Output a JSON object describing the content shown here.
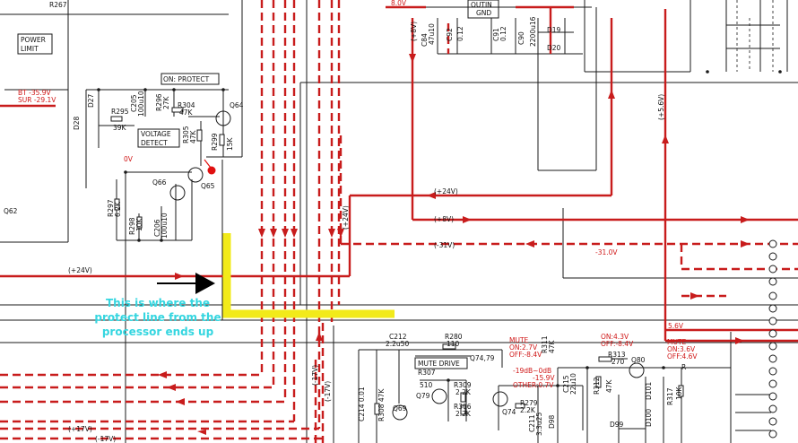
{
  "diagram": {
    "blocks": {
      "power_limit": [
        "POWER",
        "LIMIT"
      ],
      "on_protect": "ON: PROTECT",
      "voltage_detect": [
        "VOLTAGE",
        "DETECT"
      ],
      "mute_drive": "MUTE DRIVE",
      "outin_gnd": [
        "OUTIN",
        "GND"
      ]
    },
    "labels": {
      "r267": "R267",
      "q62": "Q62",
      "q64": "Q64",
      "q65": "Q65",
      "q66": "Q66",
      "d27": "D27",
      "d28": "D28",
      "r295": "R295",
      "r295_val": "39K",
      "c205": "C205",
      "c205_val": "100u10",
      "r296": "R296",
      "r296_val": "27K",
      "r304": "R304",
      "r304_val": "47K",
      "r305": "R305",
      "r305_val": "47K",
      "r299": "R299",
      "r299_val": "15K",
      "r297": "R297",
      "r297_val": "6.2K",
      "r298": "R298",
      "r298_val": "10K",
      "c206": "C206",
      "c206_val": "100u10",
      "d19": "D19",
      "d20": "D20",
      "c84": "C84",
      "c84_val": "47u10",
      "c92": "C92",
      "c92_val": "0.12",
      "c91": "C91",
      "c91_val": "0.12",
      "c90": "C90",
      "c90_val": "2200u16",
      "c212": "C212",
      "c212_val": "2.2u50",
      "r280": "R280",
      "r280_val": "110",
      "q7479": "Q74,79",
      "r307": "R307",
      "r307_val": "510",
      "r309": "R309",
      "r309_val": "2.2K",
      "r306": "R306",
      "r306_val": "2.2K",
      "r279": "R279",
      "r279_val": "2.2K",
      "q79": "Q79",
      "q69": "Q69",
      "q74": "Q74",
      "q80": "Q80",
      "c214": "C214 0.01",
      "r308": "R308 47K",
      "r311": "R311",
      "r311_val": "47K",
      "c215": "C215",
      "c215_val": "22u10",
      "c211": "C211",
      "c211_val": "3.3u25",
      "d98": "D98",
      "d99": "D99",
      "d100": "D100",
      "d101": "D101",
      "r312": "R312",
      "r312_val": "47K",
      "r313": "R313",
      "r313_val": "270",
      "r317": "R317",
      "r317_val": "10K",
      "rr": "R",
      "v24_a": "(+24V)",
      "v24_b": "(+24V)",
      "v24_c": "(+24V)",
      "v8": "(+8V)",
      "v31": "(-31V)",
      "v17_a": "(-17V)",
      "v17_b": "(+17V)",
      "v17_c": "(-17V)",
      "v17_d": "(-17V)",
      "v56": "(+5.6V)",
      "v8_vert": "(+8V)"
    },
    "red_labels": {
      "v8_top": "8.0V",
      "bt_line1": "BT -35.9V",
      "bt_line2": "SUR -29.1V",
      "zero_v": "0V",
      "v31_val": "-31.0V",
      "v56_val": "5.6V",
      "mute_a_1": "MUTE",
      "mute_a_2": "ON:2.7V",
      "mute_a_3": "OFF:-8.4V",
      "mute_b_1": "-19dB~0dB",
      "mute_b_2": "-15.9V",
      "mute_b_3": "OTHER:0.7V",
      "on_off_1": "ON:4.3V",
      "on_off_2": "OFF:-8.4V",
      "mute_c_1": "MUTE",
      "mute_c_2": "ON:3.6V",
      "mute_c_3": "OFF:4.6V"
    },
    "annotation": [
      "This is where the",
      "protect line from the",
      "processor ends up"
    ],
    "colors": {
      "trace": "#c81c1c",
      "wire": "#1a1a1a",
      "highlight": "#f2ea1a",
      "callout": "#35d6e0",
      "arrow": "#000000"
    }
  }
}
